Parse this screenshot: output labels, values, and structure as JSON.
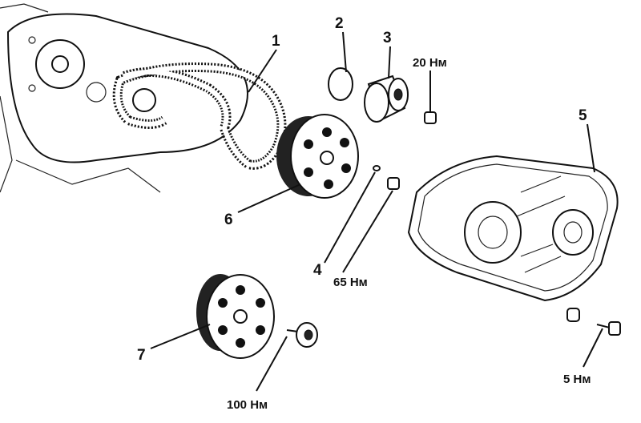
{
  "diagram": {
    "type": "exploded-view",
    "labels": {
      "belt": "1",
      "seal": "2",
      "tensioner": "3",
      "tensioner_torque": "20 Нм",
      "cover": "5",
      "camshaft_sprocket": "6",
      "key": "4",
      "camshaft_bolt_torque": "65 Нм",
      "crankshaft_sprocket": "7",
      "crankshaft_bolt_torque": "100 Нм",
      "cover_bolt_torque": "5 Нм"
    }
  }
}
